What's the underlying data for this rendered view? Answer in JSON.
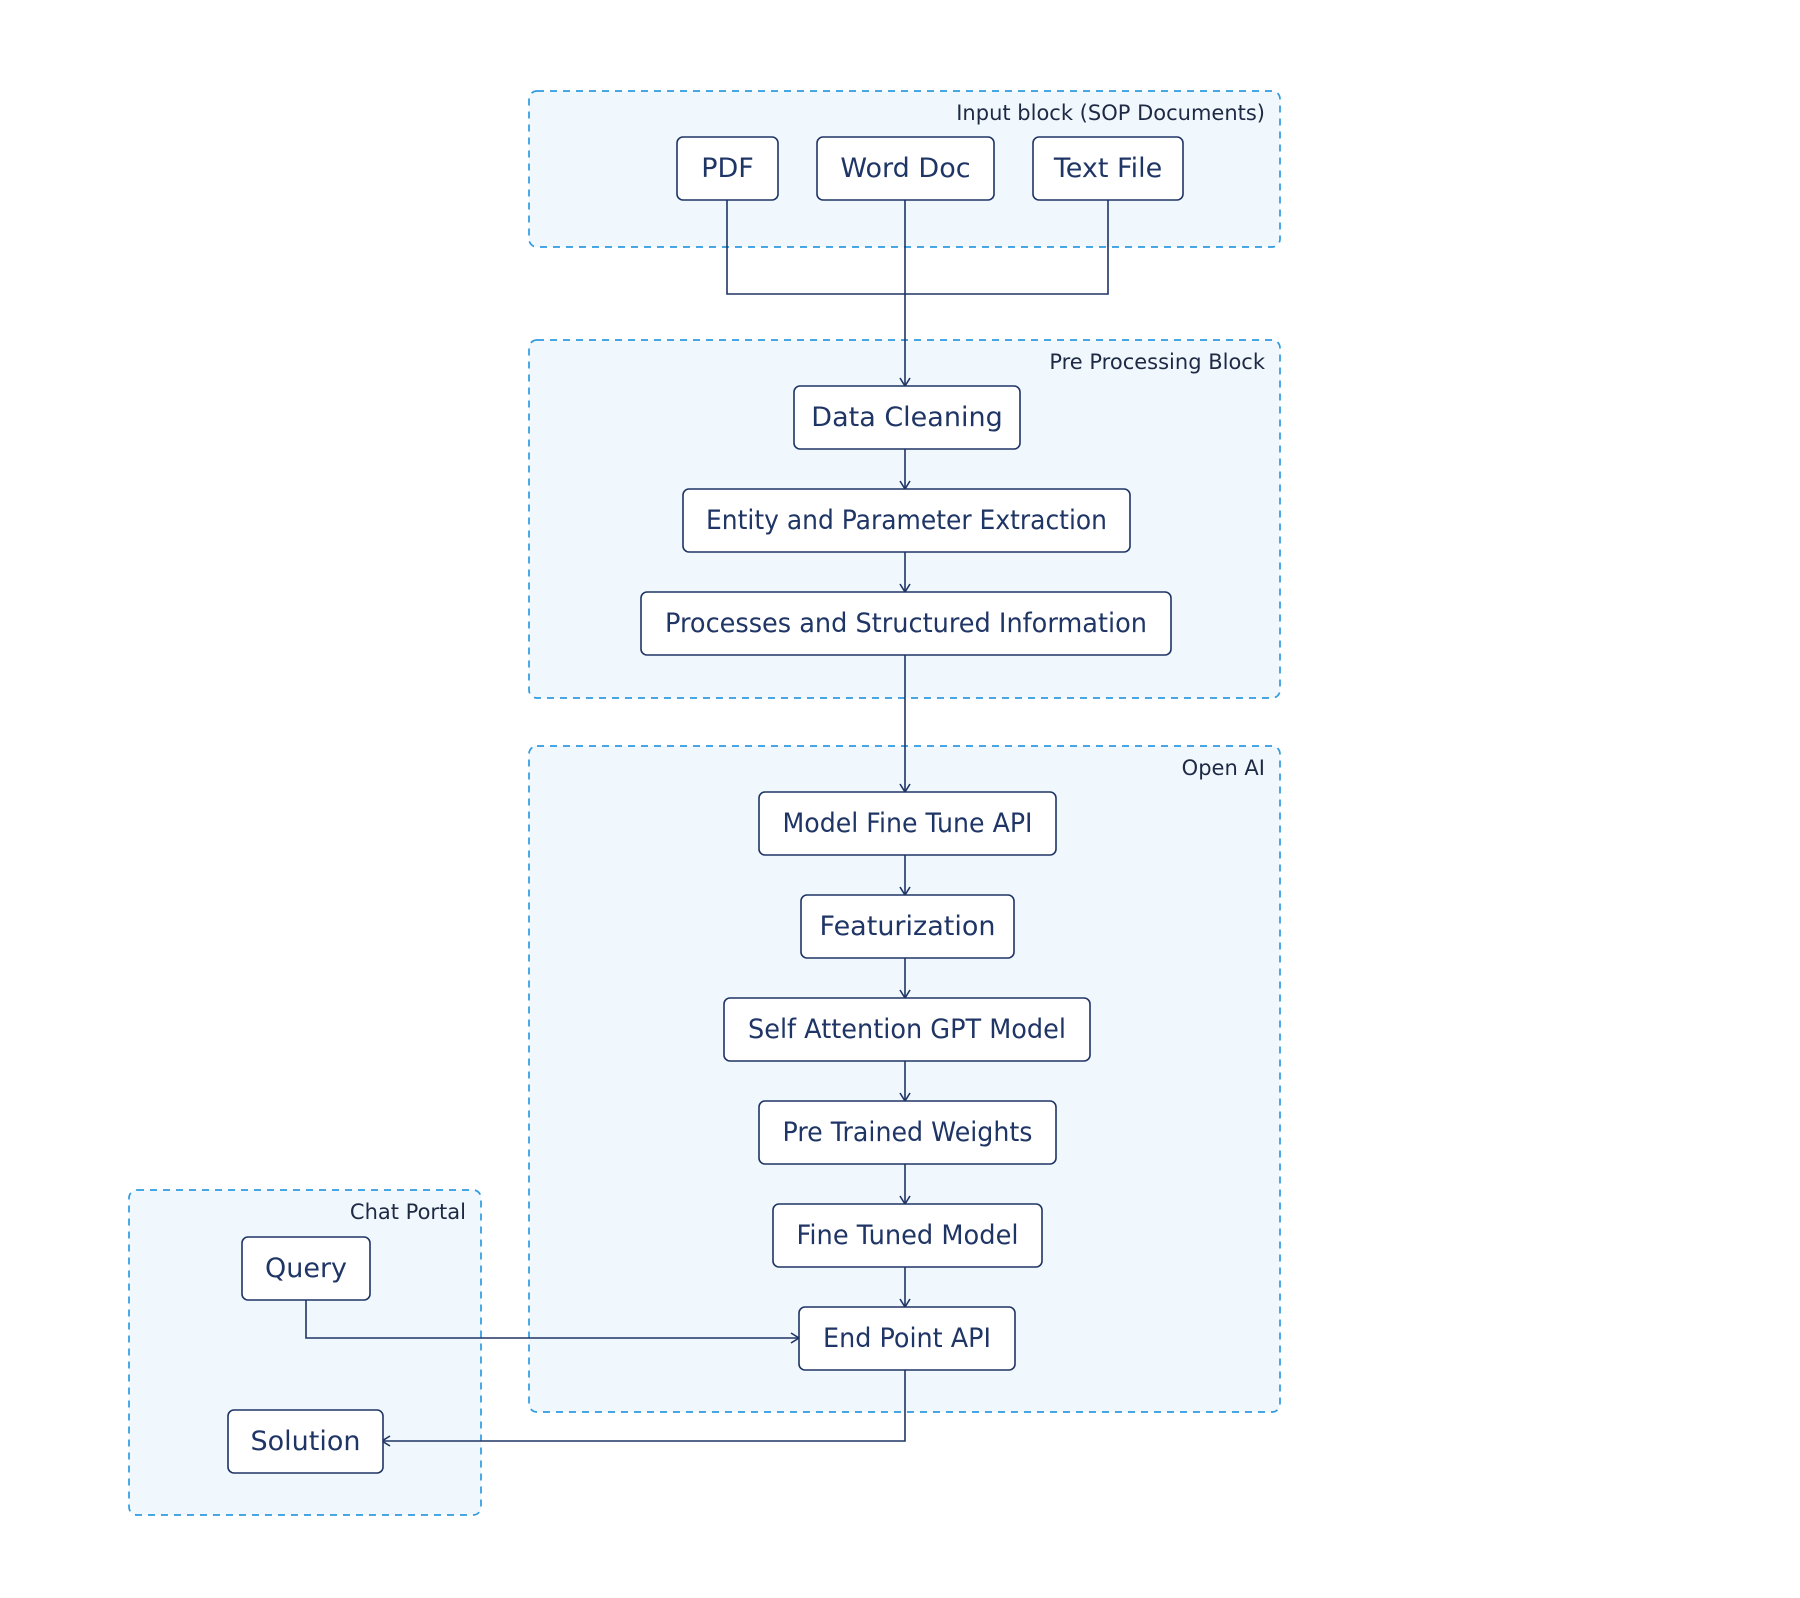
{
  "groups": {
    "input": "Input block (SOP Documents)",
    "preprocessing": "Pre Processing Block",
    "openai": "Open AI",
    "chat": "Chat Portal"
  },
  "nodes": {
    "pdf": "PDF",
    "word_doc": "Word Doc",
    "text_file": "Text File",
    "data_cleaning": "Data Cleaning",
    "entity_extraction": "Entity and Parameter Extraction",
    "processes_info": "Processes and Structured Information",
    "fine_tune_api": "Model Fine Tune API",
    "featurization": "Featurization",
    "self_attention": "Self Attention GPT Model",
    "pretrained_weights": "Pre Trained Weights",
    "fine_tuned_model": "Fine Tuned Model",
    "endpoint_api": "End Point API",
    "query": "Query",
    "solution": "Solution"
  },
  "colors": {
    "group_fill": "#f0f7fd",
    "group_border": "#2e9be0",
    "node_border": "#1f3565",
    "text": "#1f3565"
  }
}
